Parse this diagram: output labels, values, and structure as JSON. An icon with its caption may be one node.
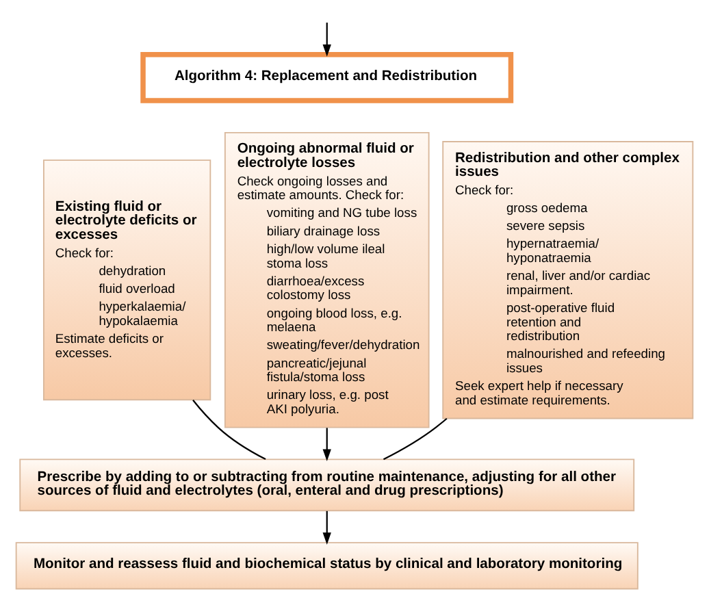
{
  "diagram": {
    "nodes": [
      {
        "text": [
          "Algorithm 4: Replacement and Redistribution"
        ]
      },
      {
        "text": [
          "Existing fluid or electrolyte deficits or excesses",
          "Check for:",
          "dehydration",
          "fluid overload",
          "hyperkalaemia/ hypokalaemia",
          "Estimate deficits or excesses."
        ]
      },
      {
        "text": [
          "Ongoing abnormal fluid or electrolyte losses",
          "Check ongoing losses and estimate amounts. Check for:",
          "vomiting and NG tube loss",
          "biliary drainage loss",
          "high/low volume ileal stoma loss",
          "diarrhoea/excess colostomy loss",
          "ongoing blood loss, e.g. melaena",
          "sweating/fever/dehydration",
          "pancreatic/jejunal fistula/stoma loss",
          "urinary loss, e.g. post AKI polyuria."
        ]
      },
      {
        "text": [
          "Redistribution and other complex issues",
          "Check for:",
          "gross oedema",
          "severe sepsis",
          "hypernatraemia/ hyponatraemia",
          "renal, liver and/or cardiac impairment.",
          "post-operative fluid retention and redistribution",
          "malnourished and refeeding issues",
          "Seek expert help if necessary and estimate requirements."
        ]
      },
      {
        "text": [
          "Prescribe by adding to or subtracting from routine maintenance, adjusting for all other sources of fluid and electrolytes (oral, enteral and drug prescriptions)"
        ]
      },
      {
        "text": [
          "Monitor and reassess fluid and biochemical status by clinical and laboratory monitoring"
        ]
      }
    ],
    "edges": [
      {
        "from": null,
        "to": 0,
        "arrow": "to"
      },
      {
        "from": 1,
        "to": 4,
        "arrow": "none"
      },
      {
        "from": 2,
        "to": 4,
        "arrow": "to"
      },
      {
        "from": 3,
        "to": 4,
        "arrow": "none"
      },
      {
        "from": 4,
        "to": 5,
        "arrow": "to"
      }
    ]
  }
}
